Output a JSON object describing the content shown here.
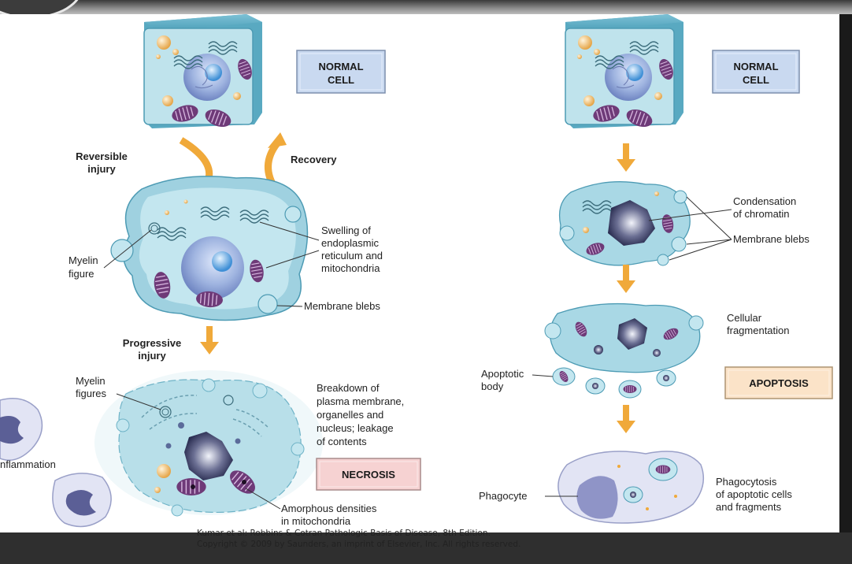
{
  "labels": {
    "normal_cell_left": [
      "NORMAL",
      "CELL"
    ],
    "normal_cell_right": [
      "NORMAL",
      "CELL"
    ],
    "reversible_injury": [
      "Reversible",
      "injury"
    ],
    "recovery": "Recovery",
    "myelin_figure": [
      "Myelin",
      "figure"
    ],
    "swelling": [
      "Swelling of",
      "endoplasmic",
      "reticulum and",
      "mitochondria"
    ],
    "membrane_blebs_left": "Membrane blebs",
    "progressive_injury": [
      "Progressive",
      "injury"
    ],
    "myelin_figures": [
      "Myelin",
      "figures"
    ],
    "breakdown": [
      "Breakdown of",
      "plasma membrane,",
      "organelles and",
      "nucleus; leakage",
      "of contents"
    ],
    "inflammation": "nflammation",
    "necrosis": "NECROSIS",
    "amorphous": [
      "Amorphous densities",
      "in mitochondria"
    ],
    "condensation": [
      "Condensation",
      "of chromatin"
    ],
    "membrane_blebs_right": "Membrane blebs",
    "fragmentation": [
      "Cellular",
      "fragmentation"
    ],
    "apoptotic_body": [
      "Apoptotic",
      "body"
    ],
    "apoptosis": "APOPTOSIS",
    "phagocyte": "Phagocyte",
    "phagocytosis": [
      "Phagocytosis",
      "of apoptotic cells",
      "and fragments"
    ]
  },
  "citation": [
    "Kumar et al: Robbins & Cotran Pathologic Basis of Disease, 8th Edition.",
    "Copyright © 2009 by Saunders, an imprint of Elsevier, Inc. All rights reserved."
  ],
  "colors": {
    "cell_fill": "#bfe3ec",
    "cell_edge": "#5aa6bf",
    "nucleus": "#8fa6d6",
    "mitochondria": "#6e3a78",
    "arrow": "#f0a93a",
    "normal_box": "#c9d9f0",
    "necrosis_box": "#f6d2d2",
    "apoptosis_box": "#fbe3c8"
  }
}
